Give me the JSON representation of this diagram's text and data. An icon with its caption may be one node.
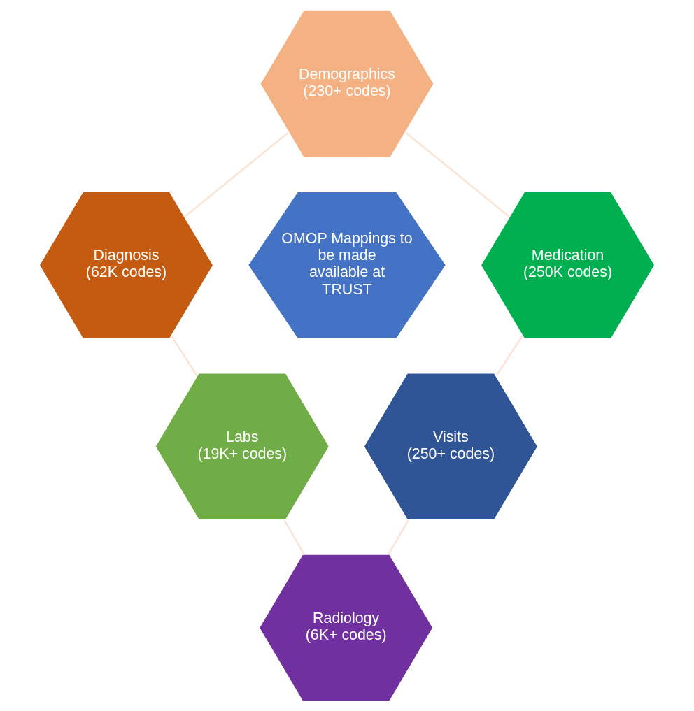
{
  "diagram": {
    "nodes": [
      {
        "text": [
          "Demographics",
          "(230+ codes)"
        ]
      },
      {
        "text": [
          "Diagnosis",
          "(62K codes)"
        ]
      },
      {
        "text": [
          "Medication",
          "(250K codes)"
        ]
      },
      {
        "text": [
          "OMOP Mappings to be made available at TRUST"
        ]
      },
      {
        "text": [
          "Labs",
          "(19K+ codes)"
        ]
      },
      {
        "text": [
          "Visits",
          "(250+ codes)"
        ]
      },
      {
        "text": [
          "Radiology",
          "(6K+ codes)"
        ]
      }
    ],
    "edges": [
      {
        "from": 0,
        "to": 2,
        "arrow": "none"
      },
      {
        "from": 2,
        "to": 5,
        "arrow": "none"
      },
      {
        "from": 5,
        "to": 6,
        "arrow": "none"
      },
      {
        "from": 6,
        "to": 4,
        "arrow": "none"
      },
      {
        "from": 4,
        "to": 1,
        "arrow": "none"
      },
      {
        "from": 1,
        "to": 0,
        "arrow": "none"
      }
    ]
  }
}
